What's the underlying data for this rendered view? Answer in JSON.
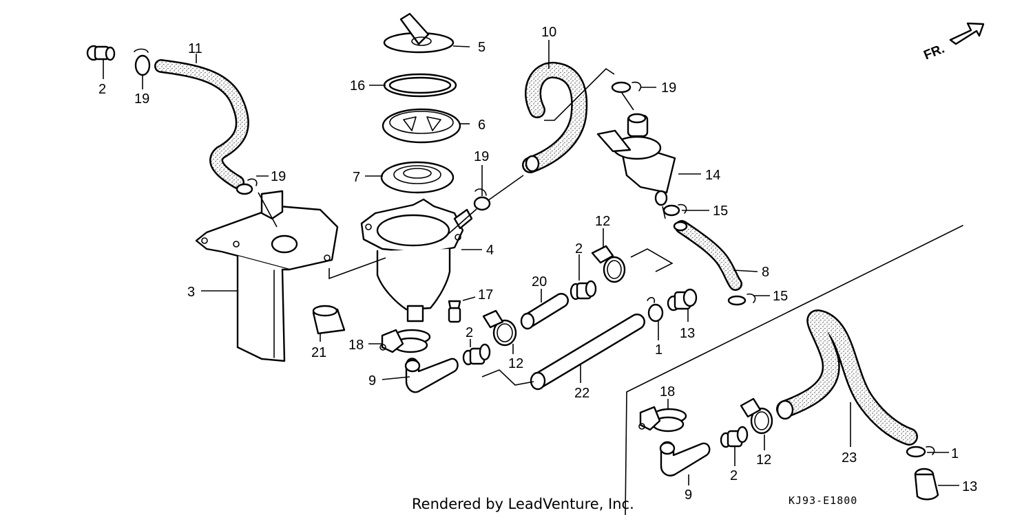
{
  "diagram": {
    "credit": "Rendered by LeadVenture, Inc.",
    "drawing_code": "KJ93-E1800",
    "direction_label": "FR.",
    "colors": {
      "line": "#000000",
      "background": "#ffffff",
      "hose_fill": "#d9d9d9"
    },
    "callouts": {
      "c2_a": "2",
      "c19_a": "19",
      "c11": "11",
      "c19_b": "19",
      "c3": "3",
      "c21": "21",
      "c5": "5",
      "c16": "16",
      "c6": "6",
      "c7": "7",
      "c4": "4",
      "c19_c": "19",
      "c10": "10",
      "c19_d": "19",
      "c14": "14",
      "c15_a": "15",
      "c8": "8",
      "c15_b": "15",
      "c12_a": "12",
      "c2_b": "2",
      "c20": "20",
      "c17": "17",
      "c13_a": "13",
      "c1_a": "1",
      "c18_a": "18",
      "c2_c": "2",
      "c12_b": "12",
      "c9_a": "9",
      "c22": "22",
      "c18_b": "18",
      "c12_c": "12",
      "c2_d": "2",
      "c9_b": "9",
      "c23": "23",
      "c1_b": "1",
      "c13_b": "13"
    }
  }
}
